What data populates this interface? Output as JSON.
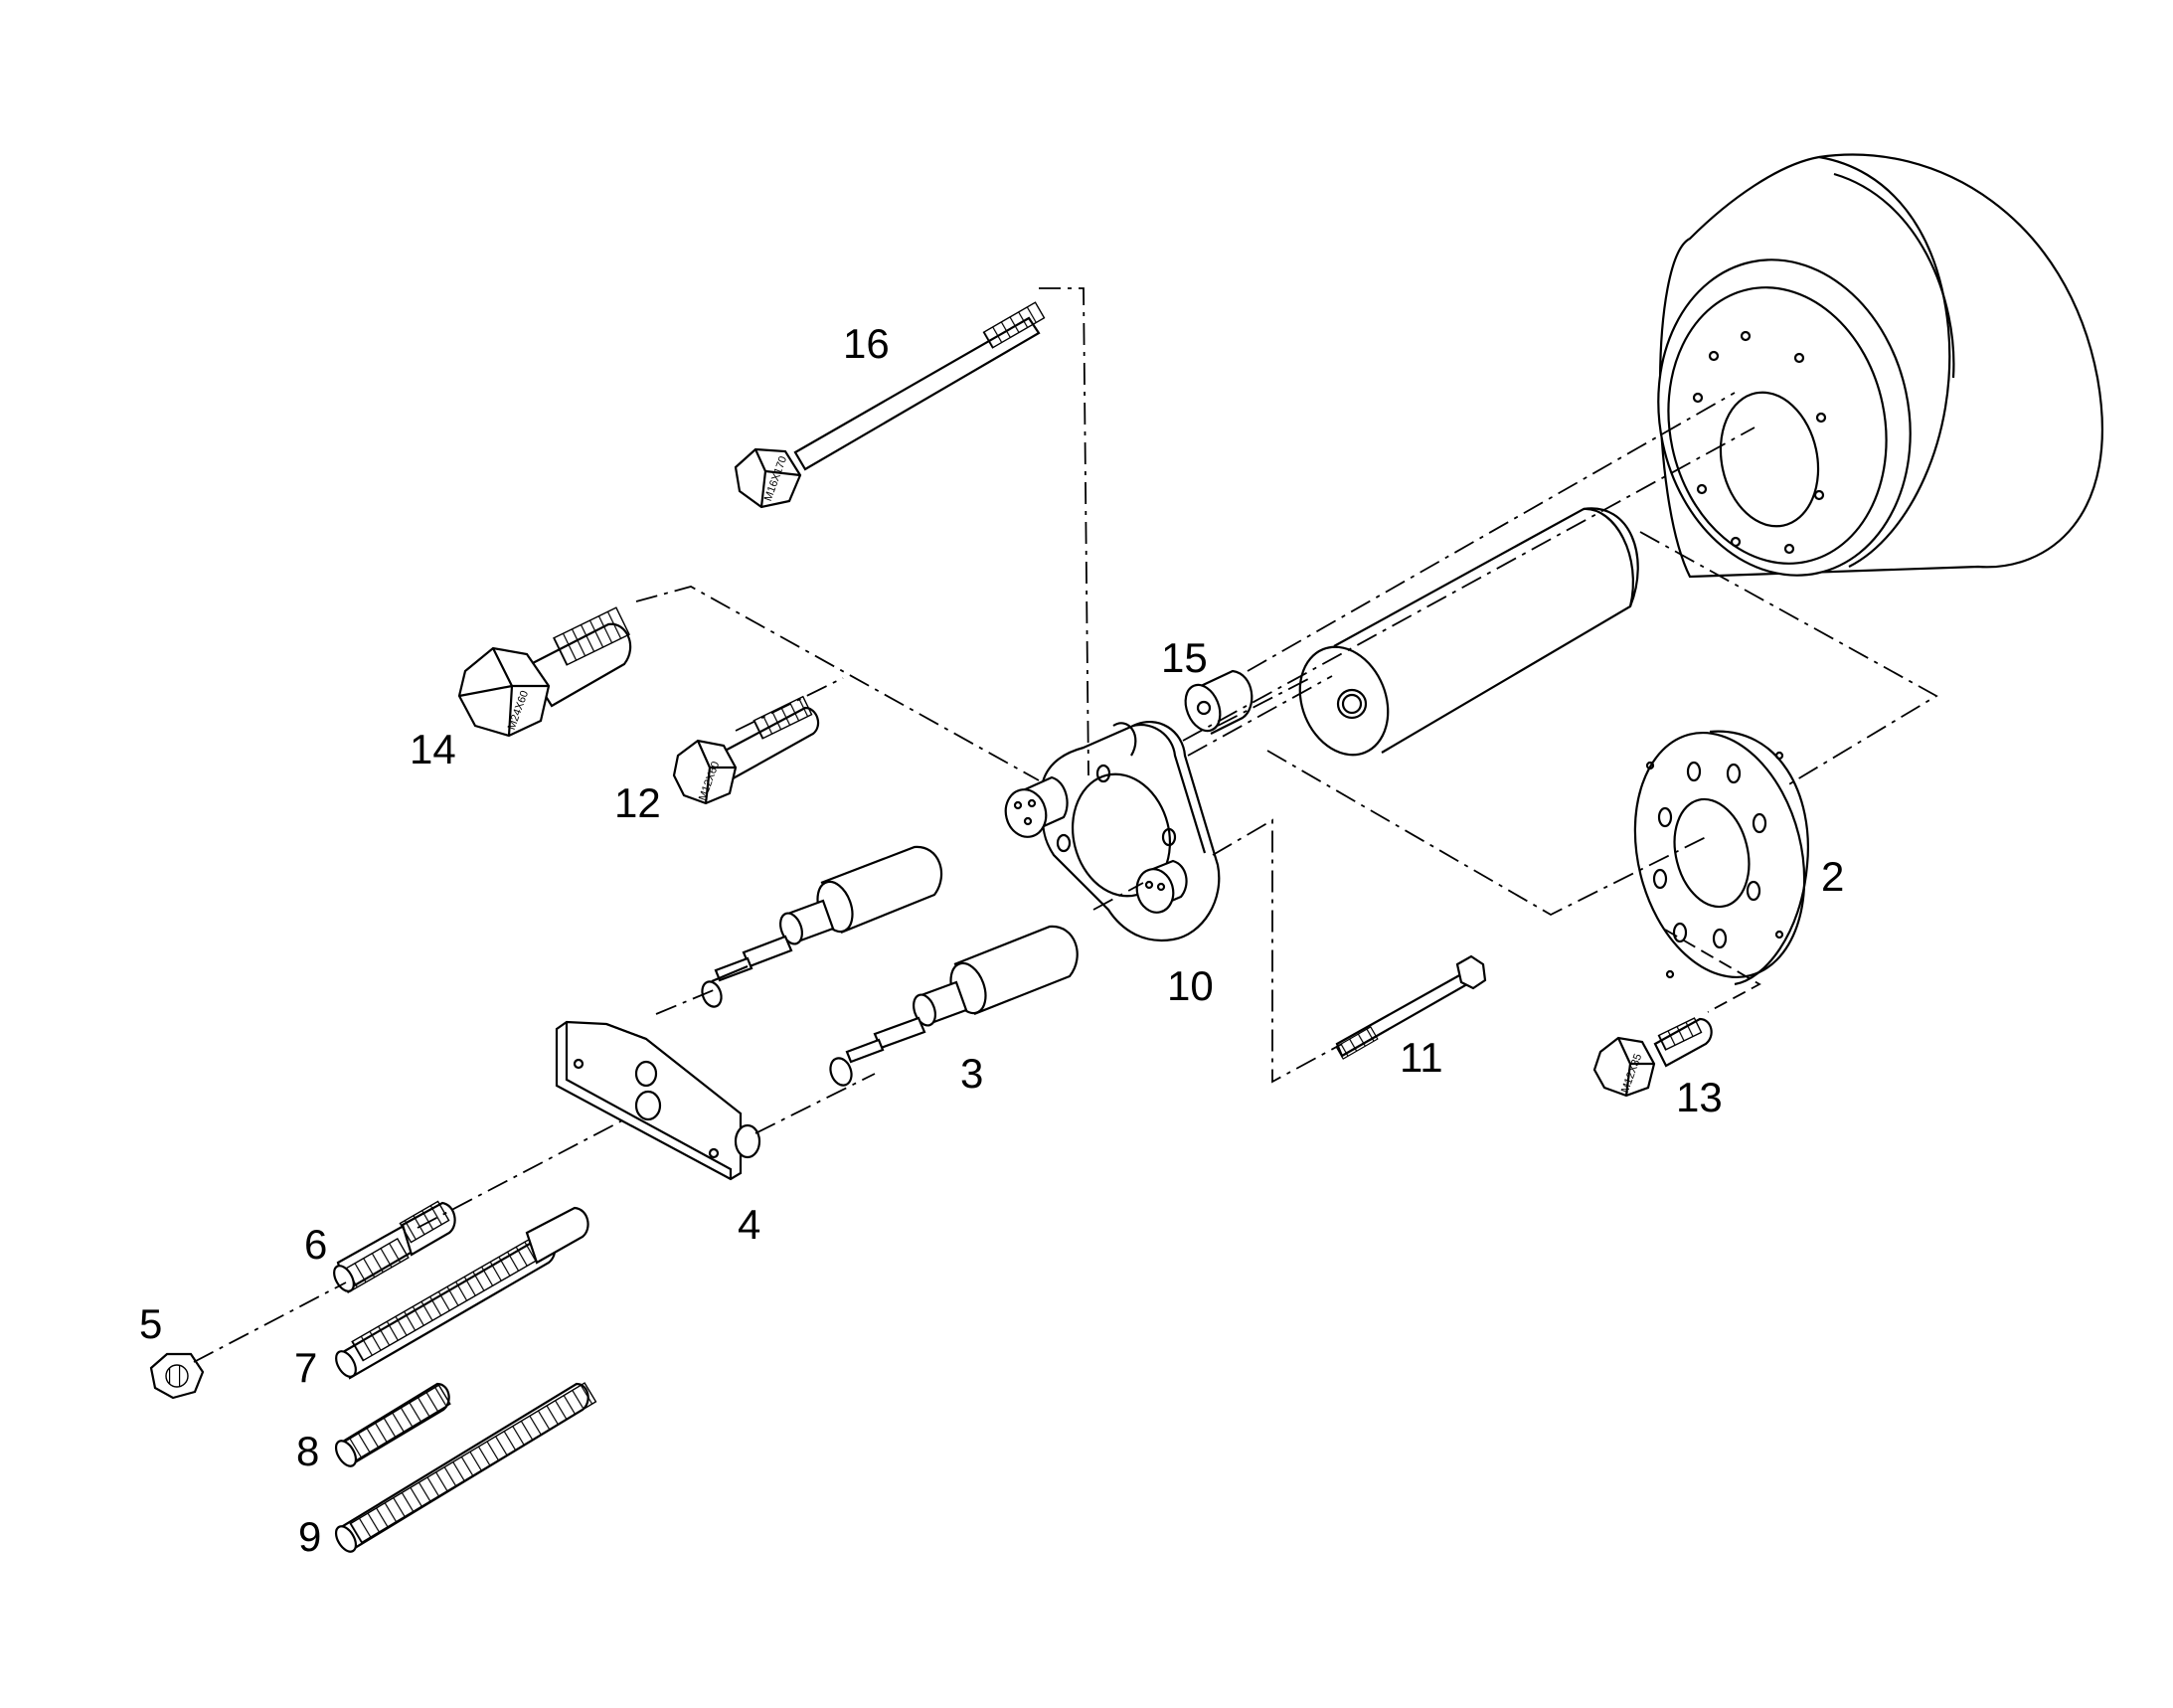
{
  "callouts": [
    "2",
    "3",
    "4",
    "5",
    "6",
    "7",
    "8",
    "9",
    "10",
    "11",
    "12",
    "13",
    "14",
    "15",
    "16"
  ],
  "bolt_markings": {
    "part_16": "M16X170",
    "part_14": "M24X60",
    "part_12": "M12X60",
    "part_13": "M12X35"
  }
}
